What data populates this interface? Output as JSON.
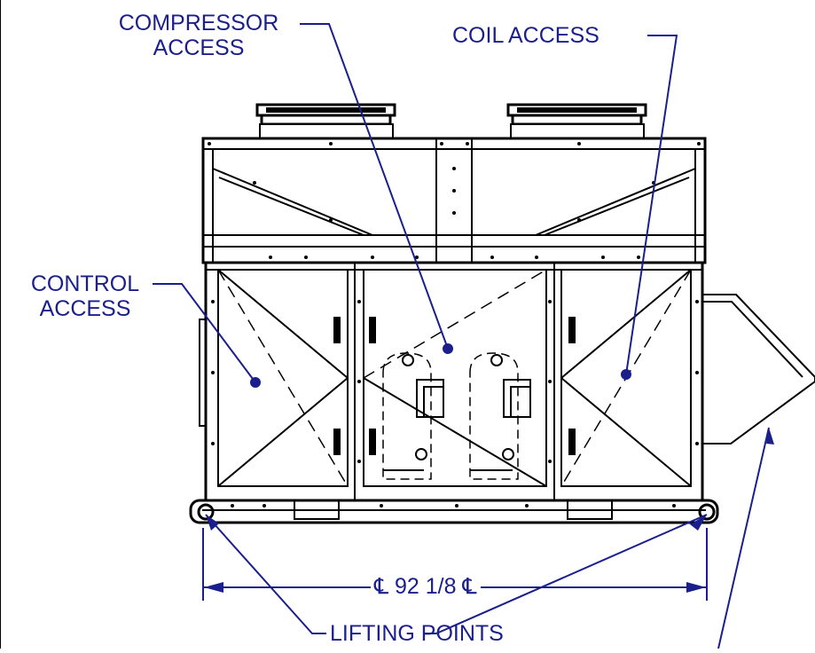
{
  "labels": {
    "compressor_access_line1": "COMPRESSOR",
    "compressor_access_line2": "ACCESS",
    "coil_access": "COIL ACCESS",
    "control_access_line1": "CONTROL",
    "control_access_line2": "ACCESS",
    "lifting_points": "LIFTING POINTS"
  },
  "dimension": {
    "centerline_symbol": "℄",
    "value": "92 1/8"
  },
  "colors": {
    "annotation": "#1a1f8c",
    "drawing": "#000000",
    "background": "#ffffff"
  }
}
